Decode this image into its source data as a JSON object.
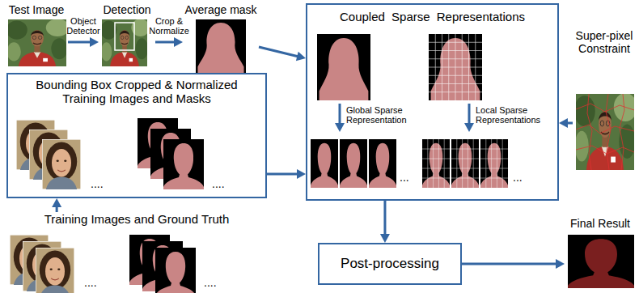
{
  "diagram": {
    "nodes": [
      {
        "text": [
          "Test Image"
        ]
      },
      {
        "text": [
          "Detection"
        ]
      },
      {
        "text": [
          "Average mask"
        ]
      },
      {
        "text": [
          "Bounding Box Cropped & Normalized Training Images and Masks"
        ]
      },
      {
        "text": [
          "Coupled Sparse Representations"
        ]
      },
      {
        "text": [
          "Super-pixel Constraint"
        ]
      },
      {
        "text": [
          "Training Images and Ground Truth"
        ]
      },
      {
        "text": [
          "Post-processing"
        ]
      },
      {
        "text": [
          "Final Result"
        ]
      }
    ],
    "edges": [
      {
        "from": 0,
        "to": 1,
        "label": "Object Detector",
        "arrow": "to"
      },
      {
        "from": 1,
        "to": 2,
        "label": "Crop & Normalize",
        "arrow": "to"
      },
      {
        "from": 2,
        "to": 4,
        "arrow": "to"
      },
      {
        "from": 3,
        "to": 4,
        "arrow": "to"
      },
      {
        "from": 5,
        "to": 4,
        "arrow": "to"
      },
      {
        "from": 6,
        "to": 3,
        "arrow": "to"
      },
      {
        "from": 4,
        "to": 7,
        "arrow": "to"
      },
      {
        "from": 7,
        "to": 8,
        "arrow": "to"
      }
    ],
    "labels": [
      "Global Sparse Representation",
      "Local Sparse Representations",
      "...",
      "...",
      "....",
      "....",
      "....",
      "...."
    ]
  }
}
